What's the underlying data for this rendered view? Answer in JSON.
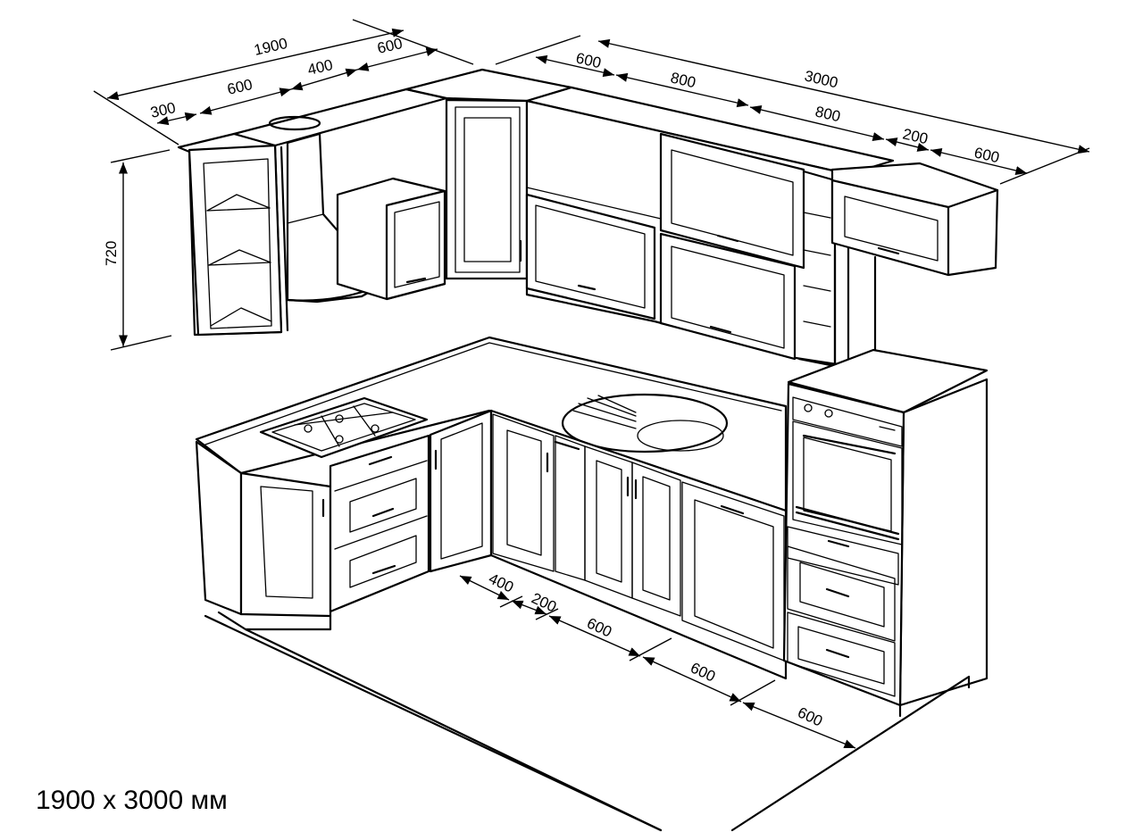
{
  "caption": "1900 x 3000 мм",
  "dimensions": {
    "upper_total_left": "1900",
    "upper_300": "300",
    "upper_600_a": "600",
    "upper_400": "400",
    "upper_600_corner": "600",
    "upper_total_right": "3000",
    "upper_600_b": "600",
    "upper_800_a": "800",
    "upper_800_b": "800",
    "upper_200": "200",
    "upper_600_c": "600",
    "height_720": "720",
    "lower_400": "400",
    "lower_200": "200",
    "lower_600_a": "600",
    "lower_600_b": "600",
    "lower_600_c": "600"
  }
}
